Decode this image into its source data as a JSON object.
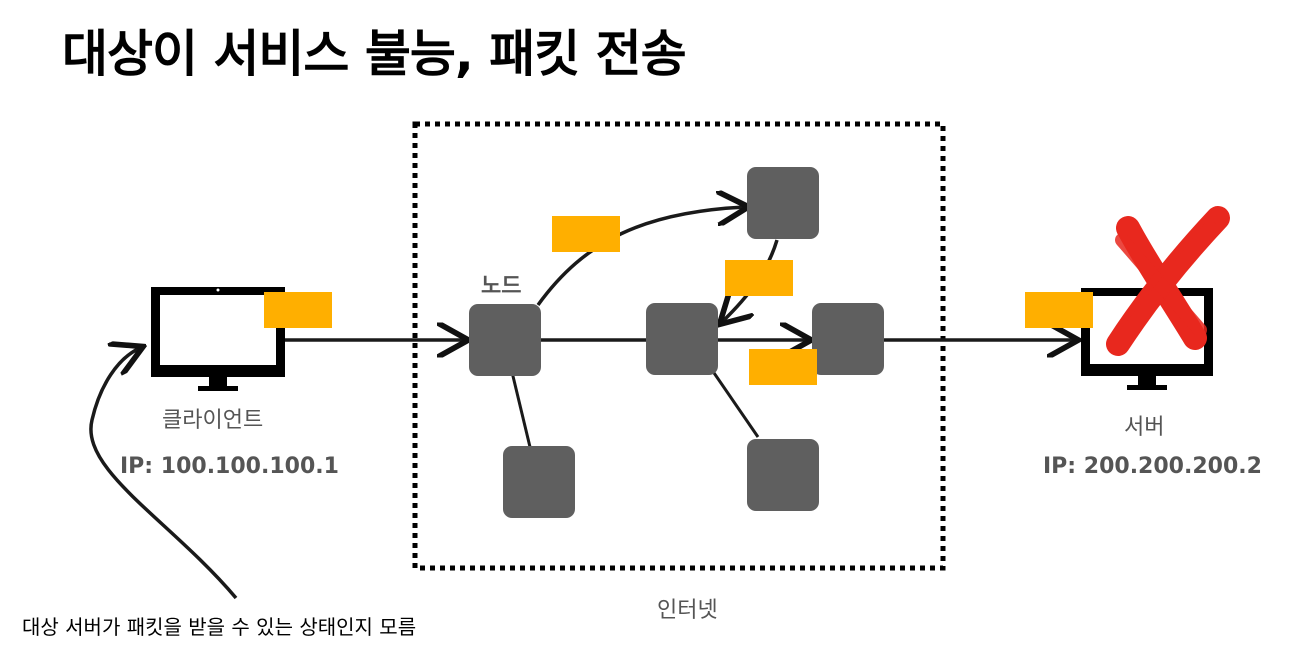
{
  "title": "대상이 서비스 불능, 패킷 전송",
  "client": {
    "label": "클라이언트",
    "ip": "IP: 100.100.100.1"
  },
  "server": {
    "label": "서버",
    "ip": "IP: 200.200.200.2"
  },
  "node_label": "노드",
  "internet_label": "인터넷",
  "note": "대상 서버가 패킷을 받을 수 있는 상태인지 모름",
  "colors": {
    "packet": "#FFAF00",
    "node": "#5F5F5F",
    "cross": "#E8281E",
    "monitor": "#000000"
  },
  "icons": [
    "monitor-icon",
    "server-monitor-icon",
    "cross-mark-icon"
  ]
}
